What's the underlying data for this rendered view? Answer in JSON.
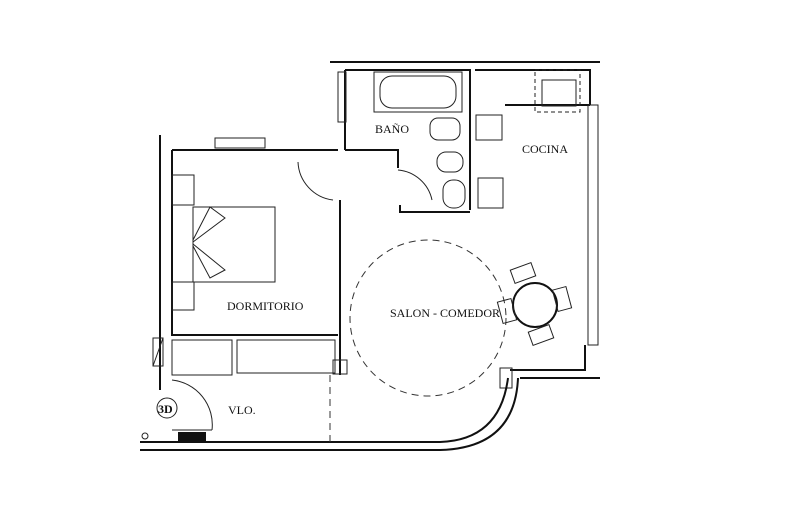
{
  "rooms": {
    "bathroom": "BAÑO",
    "kitchen": "COCINA",
    "bedroom": "DORMITORIO",
    "living_dining": "SALON - COMEDOR",
    "entrance": "VLO."
  },
  "unit_badge": "3D"
}
